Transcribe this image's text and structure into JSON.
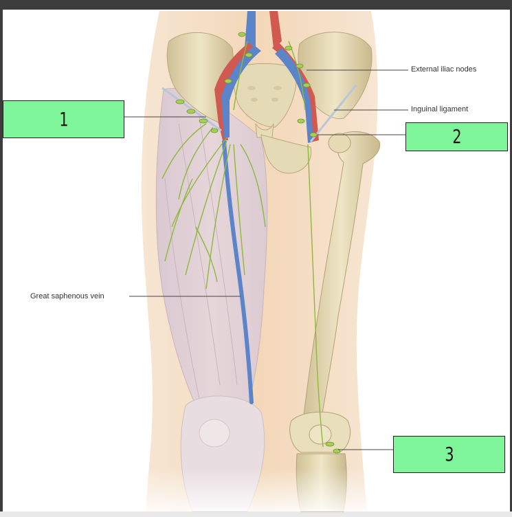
{
  "labels": {
    "external_iliac_nodes": "External iliac nodes",
    "inguinal_ligament": "Inguinal ligament",
    "great_saphenous_vein": "Great saphenous vein"
  },
  "answer_boxes": {
    "box1": "1",
    "box2": "2",
    "box3": "3"
  },
  "colors": {
    "box_fill": "#7ff59a",
    "skin": "#f4dcc0",
    "bone": "#e4d8b2",
    "vein": "#5b84c9",
    "artery": "#d05a50",
    "lymph": "#8cb83c"
  }
}
